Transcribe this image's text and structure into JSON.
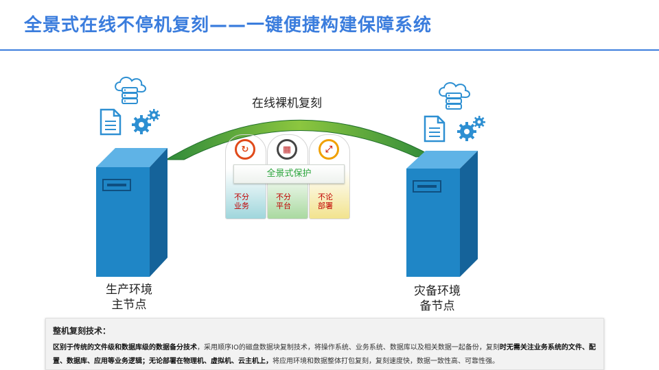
{
  "slide": {
    "title": "全景式在线不停机复刻——一键便捷构建保障系统"
  },
  "diagram": {
    "arc_label": "在线裸机复刻",
    "primary_node": {
      "line1": "生产环境",
      "line2": "主节点"
    },
    "backup_node": {
      "line1": "灾备环境",
      "line2": "备节点"
    },
    "banner": "全景式保护",
    "features": [
      {
        "icon": "cycle-icon",
        "line1": "不分",
        "line2": "业务"
      },
      {
        "icon": "storage-icon",
        "line1": "不分",
        "line2": "平台"
      },
      {
        "icon": "expand-icon",
        "line1": "不论",
        "line2": "部署"
      }
    ]
  },
  "info": {
    "heading": "整机复刻技术：",
    "p1_bold": "区别于传统的文件级和数据库级的数据备分技术",
    "p1_normal": "，采用顺序IO的磁盘数据块复制技术，将操作系统、业务系统、数据库以及相关数据一起备份，复刻",
    "p1_bold2": "时无需关注业务系统的文件、配置、数据库、应用等业务逻辑；无论部署在物理机、虚拟机、云主机上，",
    "p1_normal2": "将应用环境和数据整体打包复刻，复刻速度快，数据一致性高、可靠性强。"
  },
  "colors": {
    "accent": "#3b7ddd",
    "server": "#1f86c6",
    "icon": "#2d8fd2",
    "banner_text": "#2aa43b",
    "feature_text": "#c00000"
  }
}
